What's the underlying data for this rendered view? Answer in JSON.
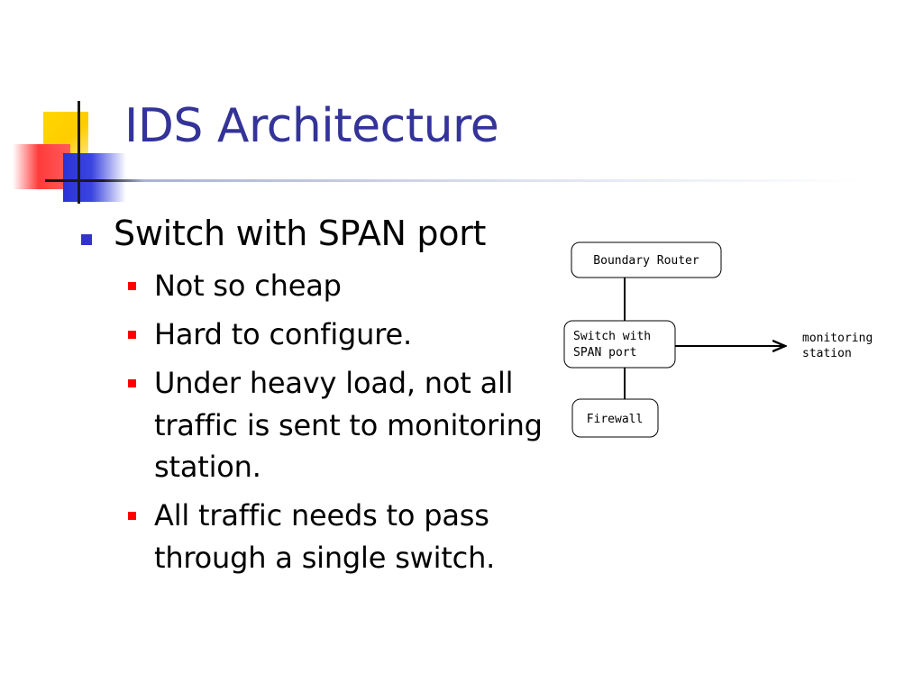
{
  "slide": {
    "title": "IDS Architecture",
    "bullets": [
      {
        "text": "Switch with SPAN port",
        "subitems": [
          "Not so cheap",
          "Hard to configure.",
          "Under heavy load, not all traffic is sent to monitoring station.",
          "All traffic needs to pass through a single switch."
        ]
      }
    ]
  },
  "diagram": {
    "boundary_router": "Boundary Router",
    "switch_line1": "Switch with",
    "switch_line2": "SPAN port",
    "firewall": "Firewall",
    "monitoring_line1": "monitoring",
    "monitoring_line2": "station"
  },
  "colors": {
    "title": "#333399",
    "bullet_level1": "#3333cc",
    "bullet_level2": "#ff0000"
  }
}
